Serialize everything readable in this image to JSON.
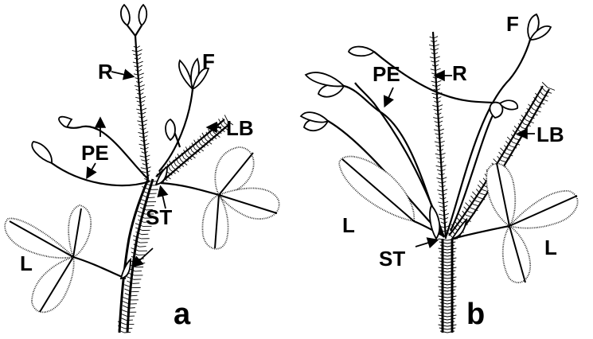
{
  "labels": {
    "R": "R",
    "F": "F",
    "PE": "PE",
    "LB": "LB",
    "ST": "ST",
    "L": "L"
  },
  "panels": {
    "a": "a",
    "b": "b"
  }
}
